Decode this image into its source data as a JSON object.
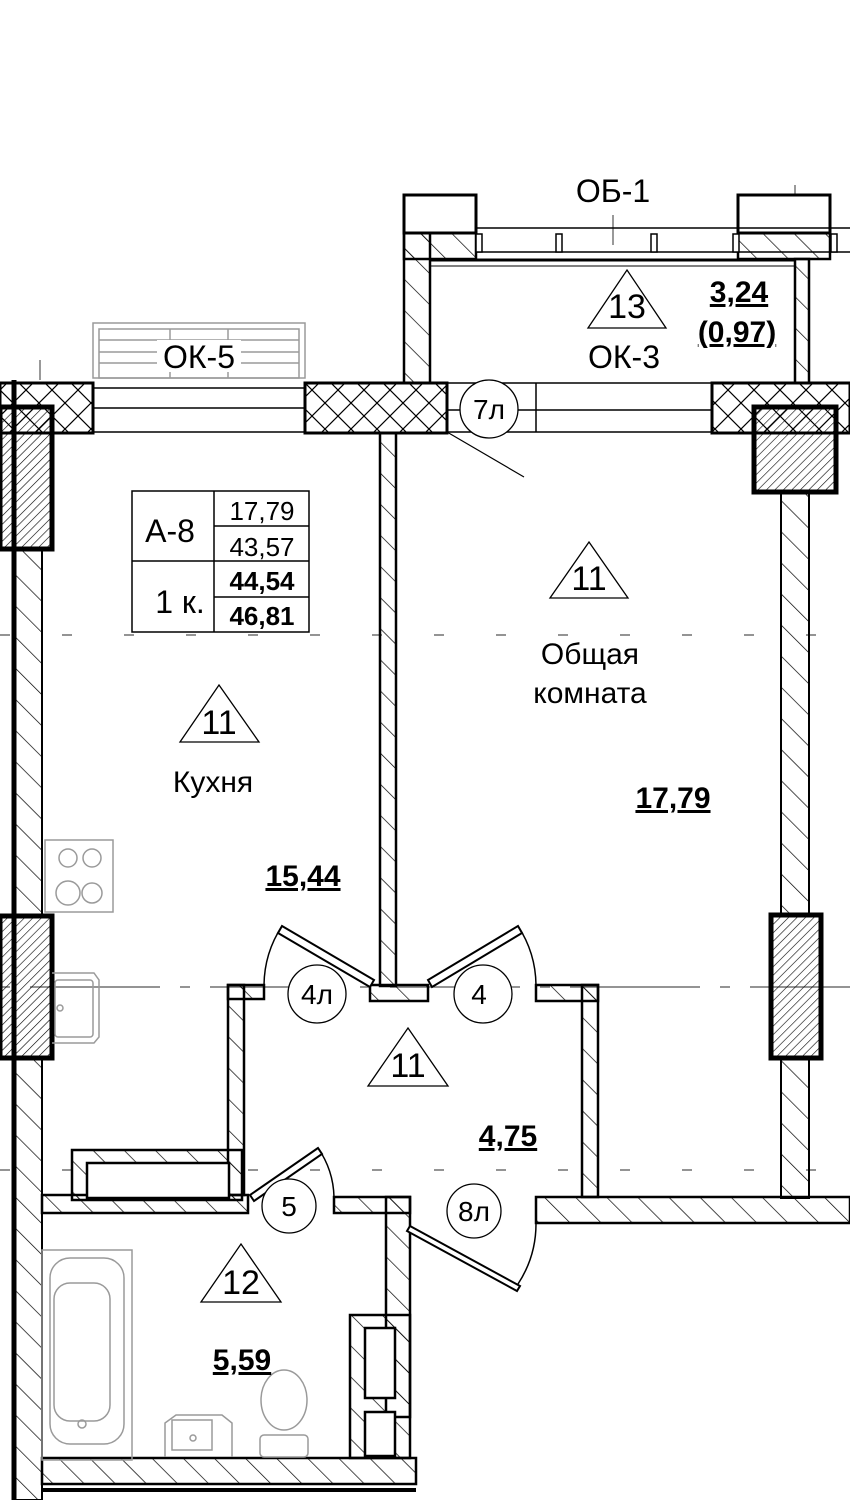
{
  "plan": {
    "apartment_table": {
      "type_code": "А-8",
      "rooms_label": "1 к.",
      "living_area": "17,79",
      "useful_area": "43,57",
      "total_area": "44,54",
      "total_area_with_balcony": "46,81"
    },
    "window_marks": {
      "ob1": "ОБ-1",
      "ok5": "ОК-5",
      "ok3": "ОК-3"
    },
    "rooms": [
      {
        "id": "balcony",
        "finish_code": "13",
        "area": "3,24",
        "area_reduced": "(0,97)"
      },
      {
        "id": "living",
        "name_line1": "Общая",
        "name_line2": "комната",
        "finish_code": "11",
        "area": "17,79"
      },
      {
        "id": "kitchen",
        "name": "Кухня",
        "finish_code": "11",
        "area": "15,44"
      },
      {
        "id": "hall",
        "finish_code": "11",
        "area": "4,75"
      },
      {
        "id": "bathroom",
        "finish_code": "12",
        "area": "5,59"
      }
    ],
    "doors": {
      "d7l": "7л",
      "d4l": "4л",
      "d4": "4",
      "d5": "5",
      "d8l": "8л"
    },
    "colors": {
      "line": "#000000",
      "furniture": "#9a9a9a",
      "axis": "#555555"
    }
  }
}
